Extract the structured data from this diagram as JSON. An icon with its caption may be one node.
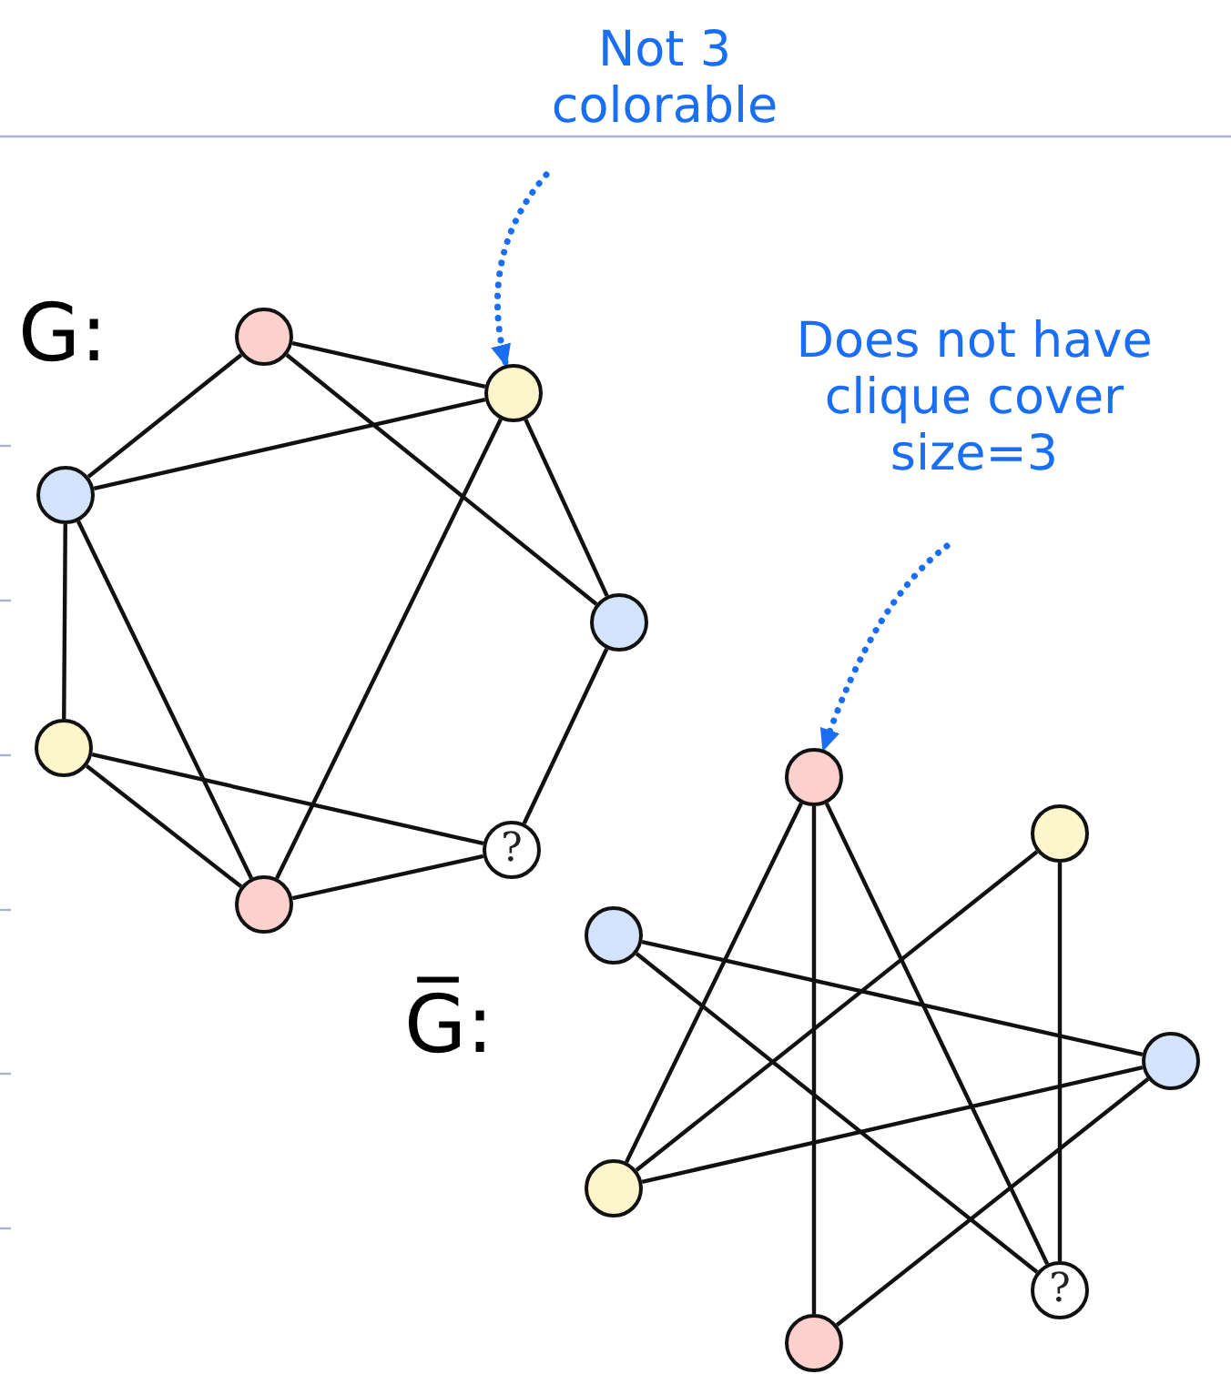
{
  "diagram": {
    "nodes": [
      {
        "text": [
          "Not 3 colorable"
        ]
      },
      {
        "text": [],
        "shape": "circle"
      },
      {
        "text": [],
        "shape": "circle"
      },
      {
        "text": [],
        "shape": "circle"
      },
      {
        "text": [
          "?"
        ]
      },
      {
        "text": [],
        "shape": "circle"
      },
      {
        "text": [],
        "shape": "circle"
      },
      {
        "text": [],
        "shape": "circle"
      },
      {
        "text": [
          "Does not have clique cover size=3"
        ]
      },
      {
        "text": [],
        "shape": "circle"
      },
      {
        "text": [],
        "shape": "circle"
      },
      {
        "text": [],
        "shape": "circle"
      },
      {
        "text": [
          "?"
        ]
      },
      {
        "text": [],
        "shape": "circle"
      },
      {
        "text": [],
        "shape": "circle"
      },
      {
        "text": [],
        "shape": "circle"
      }
    ],
    "edges": [
      {
        "from": 0,
        "to": 2,
        "arrow": "to",
        "style": "dashed",
        "color": "#1a6ef5"
      },
      {
        "from": 1,
        "to": 2,
        "arrow": "none"
      },
      {
        "from": 1,
        "to": 7,
        "arrow": "none"
      },
      {
        "from": 1,
        "to": 3,
        "arrow": "none"
      },
      {
        "from": 2,
        "to": 7,
        "arrow": "none"
      },
      {
        "from": 2,
        "to": 3,
        "arrow": "none"
      },
      {
        "from": 2,
        "to": 5,
        "arrow": "none"
      },
      {
        "from": 3,
        "to": 4,
        "arrow": "none"
      },
      {
        "from": 4,
        "to": 5,
        "arrow": "none"
      },
      {
        "from": 4,
        "to": 6,
        "arrow": "none"
      },
      {
        "from": 5,
        "to": 6,
        "arrow": "none"
      },
      {
        "from": 5,
        "to": 7,
        "arrow": "none"
      },
      {
        "from": 6,
        "to": 7,
        "arrow": "none"
      },
      {
        "from": 8,
        "to": 9,
        "arrow": "to",
        "style": "dashed",
        "color": "#1a6ef5"
      },
      {
        "from": 9,
        "to": 14,
        "arrow": "none"
      },
      {
        "from": 9,
        "to": 13,
        "arrow": "none"
      },
      {
        "from": 9,
        "to": 12,
        "arrow": "none"
      },
      {
        "from": 10,
        "to": 14,
        "arrow": "none"
      },
      {
        "from": 10,
        "to": 12,
        "arrow": "none"
      },
      {
        "from": 15,
        "to": 11,
        "arrow": "none"
      },
      {
        "from": 15,
        "to": 12,
        "arrow": "none"
      },
      {
        "from": 11,
        "to": 14,
        "arrow": "none"
      },
      {
        "from": 11,
        "to": 13,
        "arrow": "none"
      }
    ],
    "labels": [
      "G:",
      "G̅:"
    ]
  }
}
